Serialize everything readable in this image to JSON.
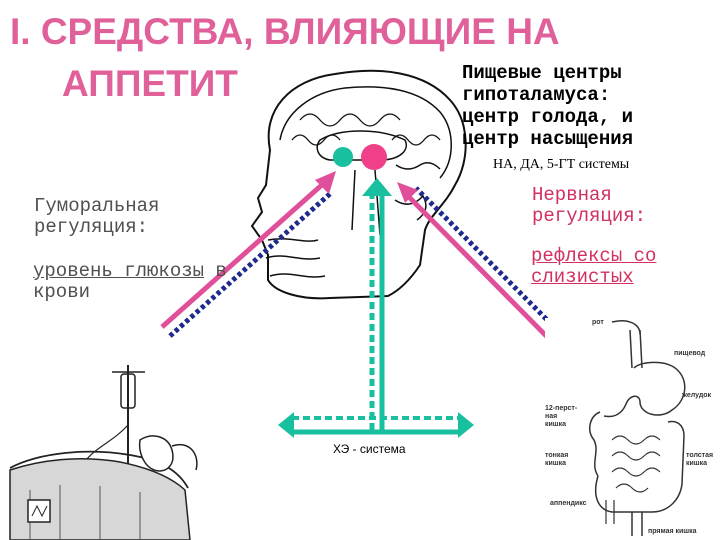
{
  "title": {
    "line1": "I. СРЕДСТВА, ВЛИЯЮЩИЕ НА",
    "line2": "АППЕТИТ"
  },
  "centers": {
    "line1": "Пищевые центры",
    "line2": "гипоталамуса:",
    "line3": "центр голода, и",
    "line4": "центр насыщения"
  },
  "systems_note": "НА, ДА, 5-ГТ системы",
  "humoral": {
    "line1": "Гуморальная",
    "line2": "регуляция:",
    "glucose_underlined": "уровень глюкозы",
    "glucose_rest": " в крови"
  },
  "nervous": {
    "line1": "Нервная",
    "line2": "регуляция:",
    "reflexes": "рефлексы со слизистых"
  },
  "xe_label": "ХЭ - система",
  "digestive_labels": {
    "mouth": "рот",
    "esophagus": "пищевод",
    "stomach": "желудок",
    "duodenum1": "12-перст-",
    "duodenum2": "ная",
    "duodenum3": "кишка",
    "small1": "тонкая",
    "small2": "кишка",
    "large1": "толстая",
    "large2": "кишка",
    "appendix": "аппендикс",
    "rectum": "прямая кишка"
  },
  "colors": {
    "title": "#e0609a",
    "magenta_arrow": "#e0509a",
    "navy_dotted": "#1e2a8c",
    "teal": "#19c0a0",
    "hunger_center": "#19c0a0",
    "satiety_center": "#f0408a",
    "nervous_text": "#d2305f"
  },
  "icons": {
    "brain": "brain-cross-section-icon",
    "patient": "patient-on-drip-icon",
    "digestive": "digestive-system-icon"
  }
}
